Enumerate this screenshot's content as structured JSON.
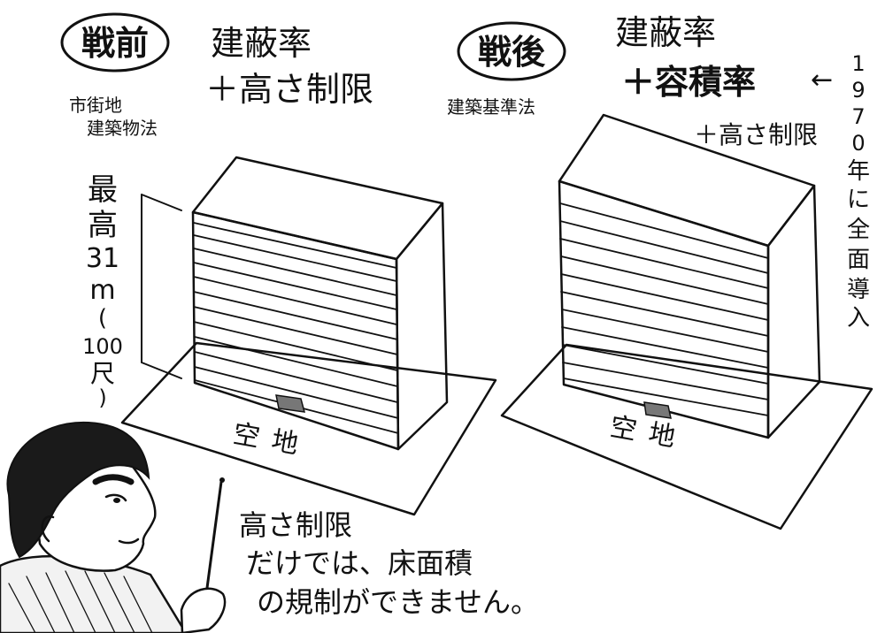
{
  "before": {
    "era": "戦前",
    "law_line1": "市街地",
    "law_line2": "建築物法",
    "rule_line1": "建蔽率",
    "rule_line2": "＋高さ制限",
    "height_label": [
      "最",
      "高",
      "31",
      "m",
      "(",
      "100",
      "尺",
      ")"
    ],
    "open_space": "空地"
  },
  "after": {
    "era": "戦後",
    "law": "建築基準法",
    "rule_line1": "建蔽率",
    "rule_line2": "＋容積率",
    "rule_line3": "＋高さ制限",
    "arrow": "←",
    "note_vertical": [
      "1",
      "9",
      "7",
      "0",
      "年",
      "に",
      "全",
      "面",
      "導",
      "入"
    ],
    "open_space": "空地"
  },
  "speech": {
    "line1": "高さ制限",
    "line2": "だけでは、床面積",
    "line3": "の規制ができません。"
  },
  "colors": {
    "ink": "#111111",
    "building_front": "#e9e9e9",
    "building_top": "#dcdcdc",
    "building_side": "#f1f1f1",
    "door": "#777777"
  }
}
